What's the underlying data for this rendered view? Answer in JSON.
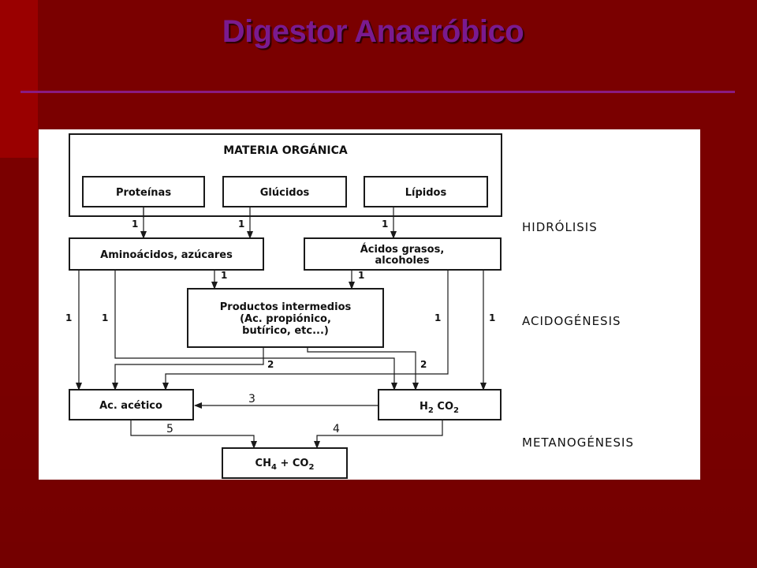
{
  "slide": {
    "title": "Digestor Anaeróbico",
    "accent_color": "#7a1a8f",
    "background_color": "#7a0000"
  },
  "diagram": {
    "nodes": {
      "materia": "MATERIA ORGÁNICA",
      "proteinas": "Proteínas",
      "glucidos": "Glúcidos",
      "lipidos": "Lípidos",
      "aminoacidos": "Aminoácidos, azúcares",
      "acidos_line1": "Ácidos grasos,",
      "acidos_line2": "alcoholes",
      "productos_line1": "Productos intermedios",
      "productos_line2": "(Ac. propiónico,",
      "productos_line3": "butírico, etc...)",
      "acetico": "Ac. acético",
      "h2co2": {
        "a": "H",
        "a_sub": "2",
        "b": " CO",
        "b_sub": "2"
      },
      "ch4co2": {
        "a": "CH",
        "a_sub": "4",
        "b": " + CO",
        "b_sub": "2"
      }
    },
    "stages": [
      "HIDRÓLISIS",
      "ACIDOGÉNESIS",
      "METANOGÉNESIS"
    ],
    "edge_labels": {
      "e1a": "1",
      "e1b": "1",
      "e1c": "1",
      "e1d": "1",
      "e1e": "1",
      "e1f": "1",
      "e1g": "1",
      "e1h": "1",
      "e1i": "1",
      "e2a": "2",
      "e2b": "2",
      "e3": "3",
      "e4": "4",
      "e5": "5"
    }
  }
}
